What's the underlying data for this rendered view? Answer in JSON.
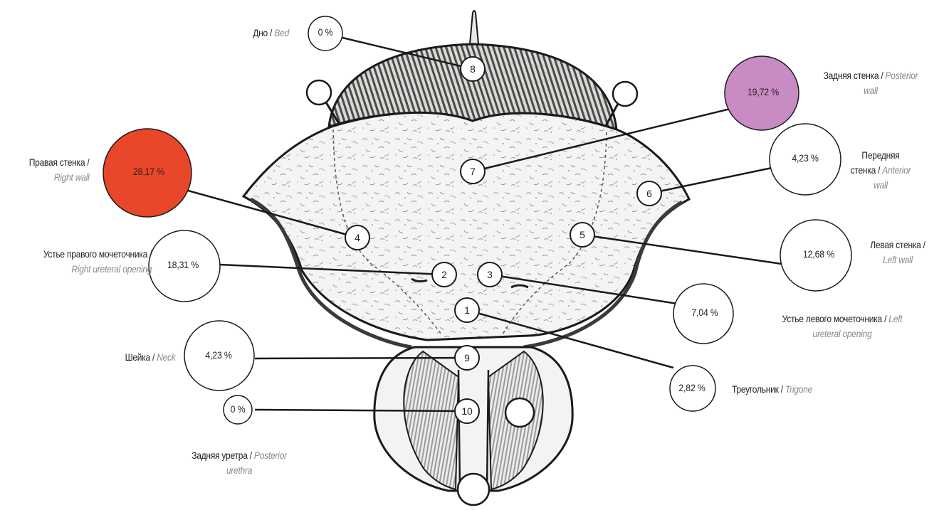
{
  "regions": [
    {
      "id": "1",
      "number": "1",
      "percent": "2,82 %",
      "label_ru": "Треугольник /",
      "label_en": "Trigone"
    },
    {
      "id": "2",
      "number": "2",
      "percent": "18,31 %",
      "label_ru": "Устье правого мочеточника /",
      "label_en": "Right ureteral opening"
    },
    {
      "id": "3",
      "number": "3",
      "percent": "7,04 %",
      "label_ru": "Устье левого мочеточника /",
      "label_en_line1": "Left",
      "label_en_line2": "ureteral opening"
    },
    {
      "id": "4",
      "number": "4",
      "percent": "28,17 %",
      "label_ru": "Правая стенка /",
      "label_en": "Right wall"
    },
    {
      "id": "5",
      "number": "5",
      "percent": "12,68 %",
      "label_ru": "Левая стенка /",
      "label_en": "Left wall"
    },
    {
      "id": "6",
      "number": "6",
      "percent": "4,23 %",
      "label_ru_line1": "Передняя",
      "label_ru_line2": "стенка /",
      "label_en_line2": "Anterior",
      "label_en_line3": "wall"
    },
    {
      "id": "7",
      "number": "7",
      "percent": "19,72 %",
      "label_ru": "Задняя стенка /",
      "label_en_line1": "Posterior",
      "label_en_line2": "wall"
    },
    {
      "id": "8",
      "number": "8",
      "percent": "0 %",
      "label_ru": "Дно /",
      "label_en": "Bed"
    },
    {
      "id": "9",
      "number": "9",
      "percent": "4,23 %",
      "label_ru": "Шейка /",
      "label_en": "Neck"
    },
    {
      "id": "10",
      "number": "10",
      "percent": "0 %",
      "label_ru": "Задняя уретра /",
      "label_en_line1": "Posterior",
      "label_en_line2": "urethra"
    }
  ],
  "colors": {
    "highlight_max": "#e8472a",
    "highlight_second": "#c98bc4",
    "bubble_default": "#ffffff",
    "line": "#1a1a1a",
    "english_text": "#8a8a8a"
  }
}
